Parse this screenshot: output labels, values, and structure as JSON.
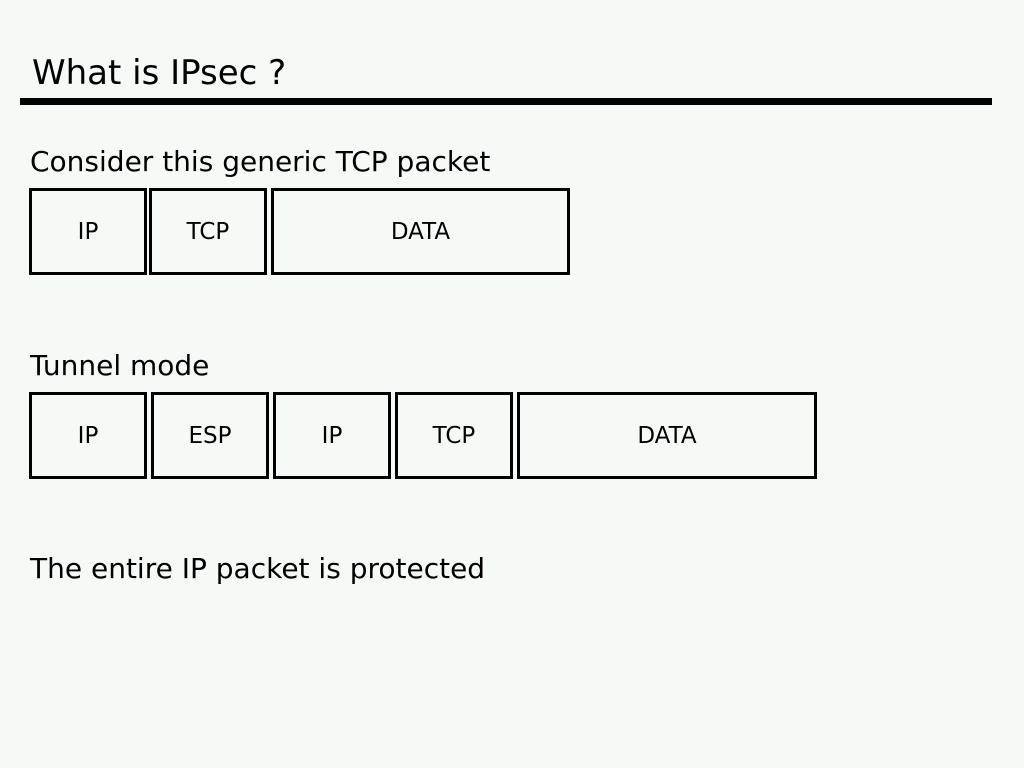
{
  "slide": {
    "title": "What is IPsec ?",
    "colors": {
      "background": "#f6faf7",
      "text": "#000000",
      "border": "#000000"
    }
  },
  "generic_packet": {
    "caption": "Consider this generic TCP packet",
    "fields": [
      "IP",
      "TCP",
      "DATA"
    ]
  },
  "tunnel_packet": {
    "caption": "Tunnel mode",
    "fields": [
      "IP",
      "ESP",
      "IP",
      "TCP",
      "DATA"
    ]
  },
  "note": "The entire IP packet is protected"
}
